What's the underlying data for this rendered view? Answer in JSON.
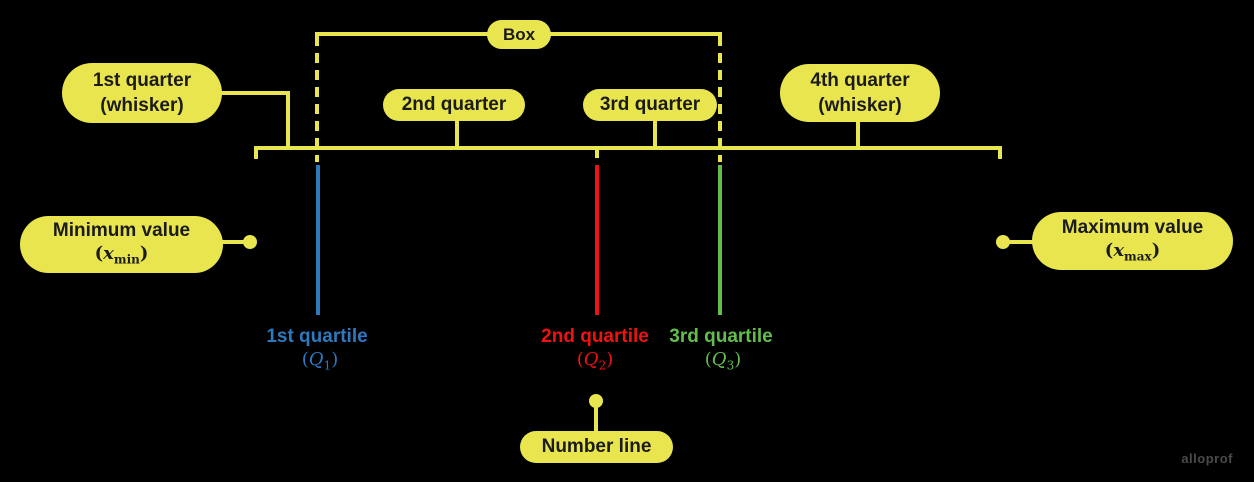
{
  "diagram_subject": "box-and-whisker-plot-anatomy",
  "colors": {
    "background": "#000000",
    "label_yellow": "#e9e54f",
    "label_text": "#1b1b1b",
    "q1_blue": "#2e79be",
    "q2_red": "#ee1213",
    "q3_green": "#63bd4c",
    "watermark_gray": "#4a4a4a"
  },
  "pills": {
    "box": {
      "text": "Box"
    },
    "first_quarter": {
      "line1": "1st quarter",
      "line2": "(whisker)"
    },
    "second_quarter": {
      "text": "2nd quarter"
    },
    "third_quarter": {
      "text": "3rd quarter"
    },
    "fourth_quarter": {
      "line1": "4th quarter",
      "line2": "(whisker)"
    },
    "minimum": {
      "line1": "Minimum value",
      "math": {
        "open": "(",
        "var": "x",
        "sub": "min",
        "close": ")"
      }
    },
    "maximum": {
      "line1": "Maximum value",
      "math": {
        "open": "(",
        "var": "x",
        "sub": "max",
        "close": ")"
      }
    },
    "number_line": {
      "text": "Number line"
    }
  },
  "quartiles": {
    "q1": {
      "name": "1st quartile",
      "math": {
        "open": "(",
        "var": "Q",
        "sub": "1",
        "close": ")"
      },
      "color": "#2e79be"
    },
    "q2": {
      "name": "2nd quartile",
      "math": {
        "open": "(",
        "var": "Q",
        "sub": "2",
        "close": ")"
      },
      "color": "#ee1213"
    },
    "q3": {
      "name": "3rd quartile",
      "math": {
        "open": "(",
        "var": "Q",
        "sub": "3",
        "close": ")"
      },
      "color": "#63bd4c"
    }
  },
  "watermark": "alloprof"
}
